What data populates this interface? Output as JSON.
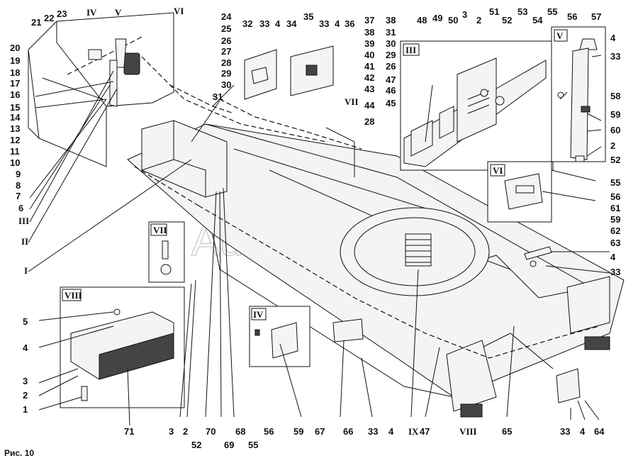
{
  "figure": {
    "caption": "Рис. 10",
    "watermark": "AutoSoft"
  },
  "inset_titles": [
    "IV",
    "V",
    "VI",
    "III",
    "V",
    "VI",
    "VII",
    "VIII",
    "IV"
  ],
  "left_column": [
    "20",
    "19",
    "18",
    "17",
    "16",
    "15",
    "14",
    "13",
    "12",
    "11",
    "10",
    "9",
    "8",
    "7",
    "6",
    "III",
    "II",
    "I"
  ],
  "top_row": [
    "21",
    "22",
    "23",
    "IV",
    "V",
    "VI",
    "24",
    "25",
    "26",
    "27",
    "28",
    "29",
    "30",
    "31",
    "32",
    "33",
    "4",
    "34",
    "35",
    "33",
    "4",
    "36",
    "37",
    "38",
    "39",
    "40",
    "41",
    "42",
    "43",
    "44",
    "28",
    "38",
    "31",
    "30",
    "29",
    "26",
    "47",
    "46",
    "45",
    "48",
    "49",
    "50",
    "3",
    "2",
    "51",
    "52",
    "53",
    "54",
    "55",
    "56",
    "57",
    "4",
    "33",
    "VII"
  ],
  "right_column": [
    "58",
    "59",
    "60",
    "2",
    "52",
    "55",
    "56",
    "61",
    "59",
    "62",
    "63",
    "4",
    "33"
  ],
  "bottom_row": [
    "5",
    "4",
    "3",
    "2",
    "1",
    "71",
    "3",
    "2",
    "70",
    "69",
    "68",
    "52",
    "56",
    "55",
    "59",
    "67",
    "66",
    "33",
    "4",
    "IX",
    "47",
    "65",
    "VIII",
    "33",
    "4",
    "64"
  ]
}
